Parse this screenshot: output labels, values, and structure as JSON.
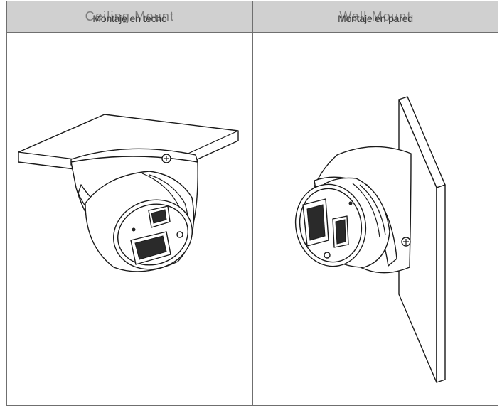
{
  "columns": [
    {
      "title_en": "Ceiling Mount",
      "title_es": "Montaje en techo"
    },
    {
      "title_en": "Wall Mount",
      "title_es": "Montaje en pared"
    }
  ],
  "illustrations": [
    {
      "icon": "ceiling-mounted-dome-camera-icon"
    },
    {
      "icon": "wall-mounted-dome-camera-icon"
    }
  ]
}
